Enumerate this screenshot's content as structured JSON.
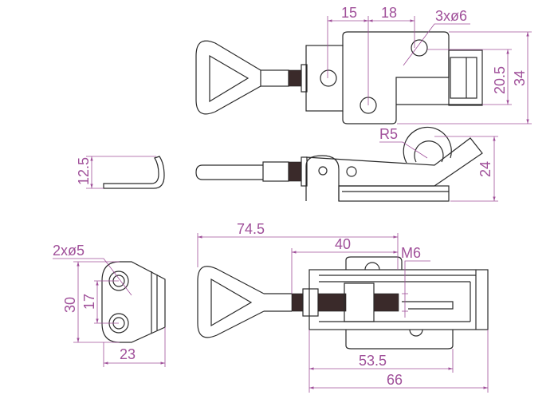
{
  "title": "Adjustable toggle latch technical drawing",
  "colors": {
    "outline": "#2a2a2a",
    "dimension": "#a0509a"
  },
  "top_view": {
    "dim_15": "15",
    "dim_18": "18",
    "holes": "3xø6",
    "dim_20_5": "20.5",
    "dim_34": "34"
  },
  "side_view": {
    "radius": "R5",
    "dim_24": "24"
  },
  "hook_view": {
    "dim_12_5": "12.5"
  },
  "plate_view": {
    "holes": "2xø5",
    "dim_30": "30",
    "dim_17": "17",
    "dim_23": "23"
  },
  "bottom_view": {
    "dim_74_5": "74.5",
    "dim_40": "40",
    "thread": "M6",
    "dim_53_5": "53.5",
    "dim_66": "66"
  }
}
